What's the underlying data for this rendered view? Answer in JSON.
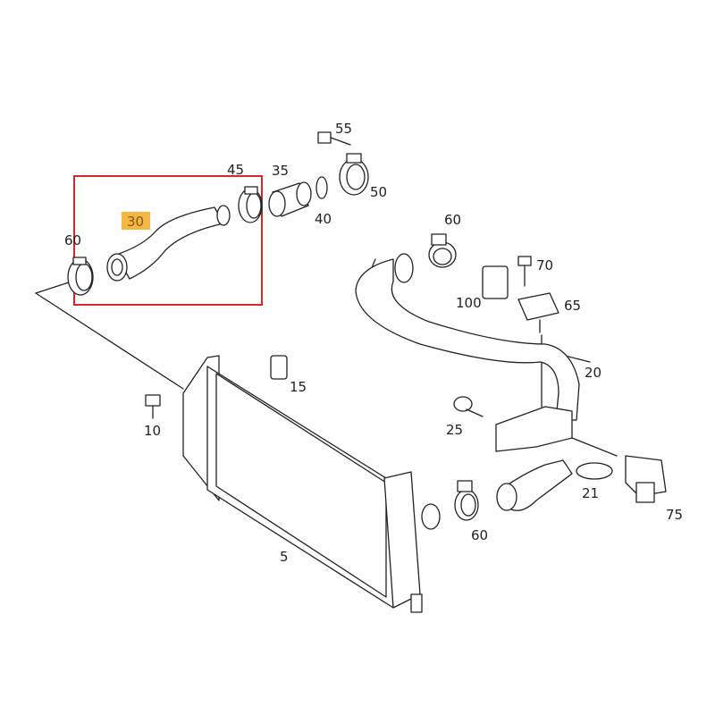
{
  "diagram": {
    "highlight_color": "#f5b642",
    "frame_color": "#d9262b",
    "highlighted_part": "30",
    "labels": [
      "55",
      "35",
      "45",
      "50",
      "40",
      "60",
      "60",
      "70",
      "100",
      "65",
      "15",
      "20",
      "10",
      "25",
      "21",
      "75",
      "60",
      "5"
    ]
  }
}
